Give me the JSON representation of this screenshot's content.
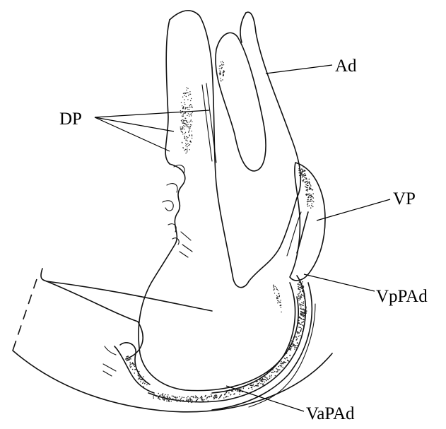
{
  "labels": {
    "dp": "DP",
    "ad": "Ad",
    "vp": "VP",
    "vppad": "VpPAd",
    "vapad": "VaPAd"
  },
  "colors": {
    "ink": "#111111",
    "background": "#ffffff"
  }
}
